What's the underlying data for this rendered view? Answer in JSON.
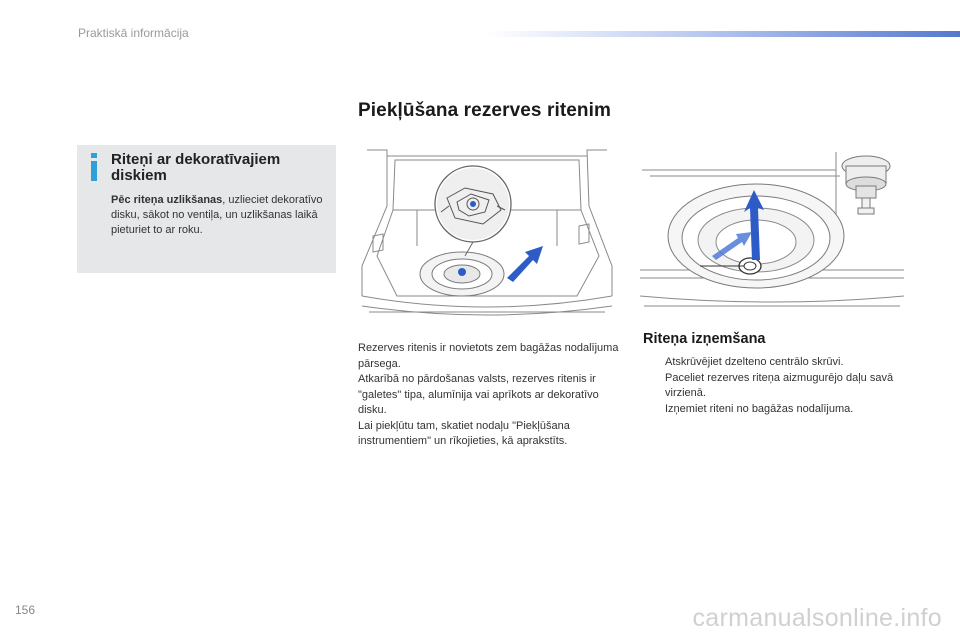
{
  "header": {
    "section_label": "Praktiskā informācija"
  },
  "main": {
    "title": "Piekļūšana rezerves ritenim"
  },
  "info_box": {
    "title": "Riteņi ar dekoratīvajiem diskiem",
    "body_bold": "Pēc riteņa uzlikšanas",
    "body_rest": ", uzlieciet dekoratīvo disku, sākot no ventiļa, un uzlikšanas laikā pieturiet to ar roku."
  },
  "description": {
    "p1": "Rezerves ritenis ir novietots zem bagāžas nodalījuma pārsega.",
    "p2": "Atkarībā no pārdošanas valsts, rezerves ritenis ir \"galetes\" tipa, alumīnija vai aprīkots ar dekoratīvo disku.",
    "p3": "Lai piekļūtu tam, skatiet nodaļu \"Piekļūšana instrumentiem\" un rīkojieties, kā aprakstīts."
  },
  "removal": {
    "title": "Riteņa izņemšana",
    "bullet_glyph": "",
    "steps": [
      "Atskrūvējiet dzelteno centrālo skrūvi.",
      "Paceliet rezerves riteņa aizmugurējo daļu savā virzienā.",
      "Izņemiet riteni no bagāžas nodalījuma."
    ]
  },
  "footer": {
    "page_number": "156",
    "watermark": "carmanualsonline.info"
  },
  "colors": {
    "accent_blue": "#2e5cc7",
    "info_box_bg": "#e6e7e9"
  }
}
